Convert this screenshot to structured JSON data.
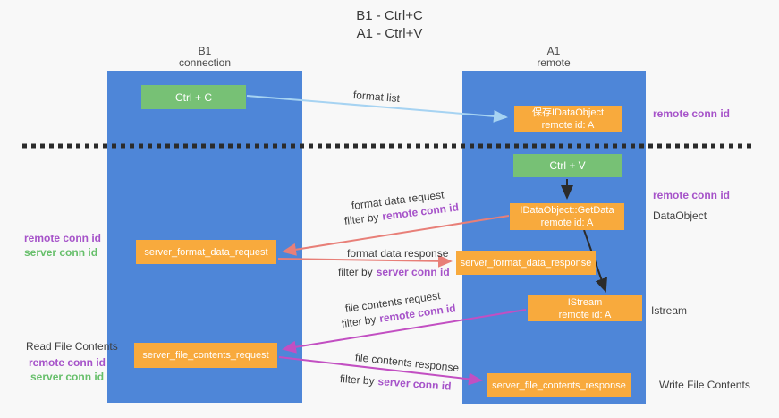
{
  "title": {
    "line1": "B1 - Ctrl+C",
    "line2": "A1 - Ctrl+V"
  },
  "left_column": {
    "header1": "B1",
    "header2": "connection"
  },
  "right_column": {
    "header1": "A1",
    "header2": "remote"
  },
  "boxes": {
    "ctrl_c": "Ctrl + C",
    "ctrl_v": "Ctrl + V",
    "save_idataobject": {
      "line1": "保存IDataObject",
      "line2": "remote id: A"
    },
    "getdata": {
      "line1": "IDataObject::GetData",
      "line2": "remote id: A"
    },
    "istream": {
      "line1": "IStream",
      "line2": "remote id: A"
    },
    "server_format_data_request": "server_format_data_request",
    "server_format_data_response": "server_format_data_response",
    "server_file_contents_request": "server_file_contents_request",
    "server_file_contents_response": "server_file_contents_response"
  },
  "flow_labels": {
    "format_list": "format list",
    "format_data_request": "format data request",
    "format_data_response": "format data response",
    "file_contents_request": "file contents request",
    "file_contents_response": "file contents response",
    "filter_by": "filter by",
    "remote_conn_id": "remote conn id",
    "server_conn_id": "server conn id"
  },
  "margin_labels": {
    "remote_conn_id": "remote conn id",
    "server_conn_id": "server conn id",
    "read_file_contents": "Read File Contents",
    "write_file_contents": "Write File Contents",
    "dataobject": "DataObject",
    "istream": "Istream"
  },
  "colors": {
    "column_blue": "#4e86d8",
    "box_green": "#77c175",
    "box_orange": "#f8aa3d",
    "arrow_salmon": "#e87f78",
    "arrow_magenta": "#c24fc2",
    "arrow_lightblue": "#a6d3f2",
    "arrow_black": "#2b2b2b",
    "text_purple": "#a653c9",
    "text_green": "#67bf6b",
    "text_dark": "#3c3c3c"
  }
}
